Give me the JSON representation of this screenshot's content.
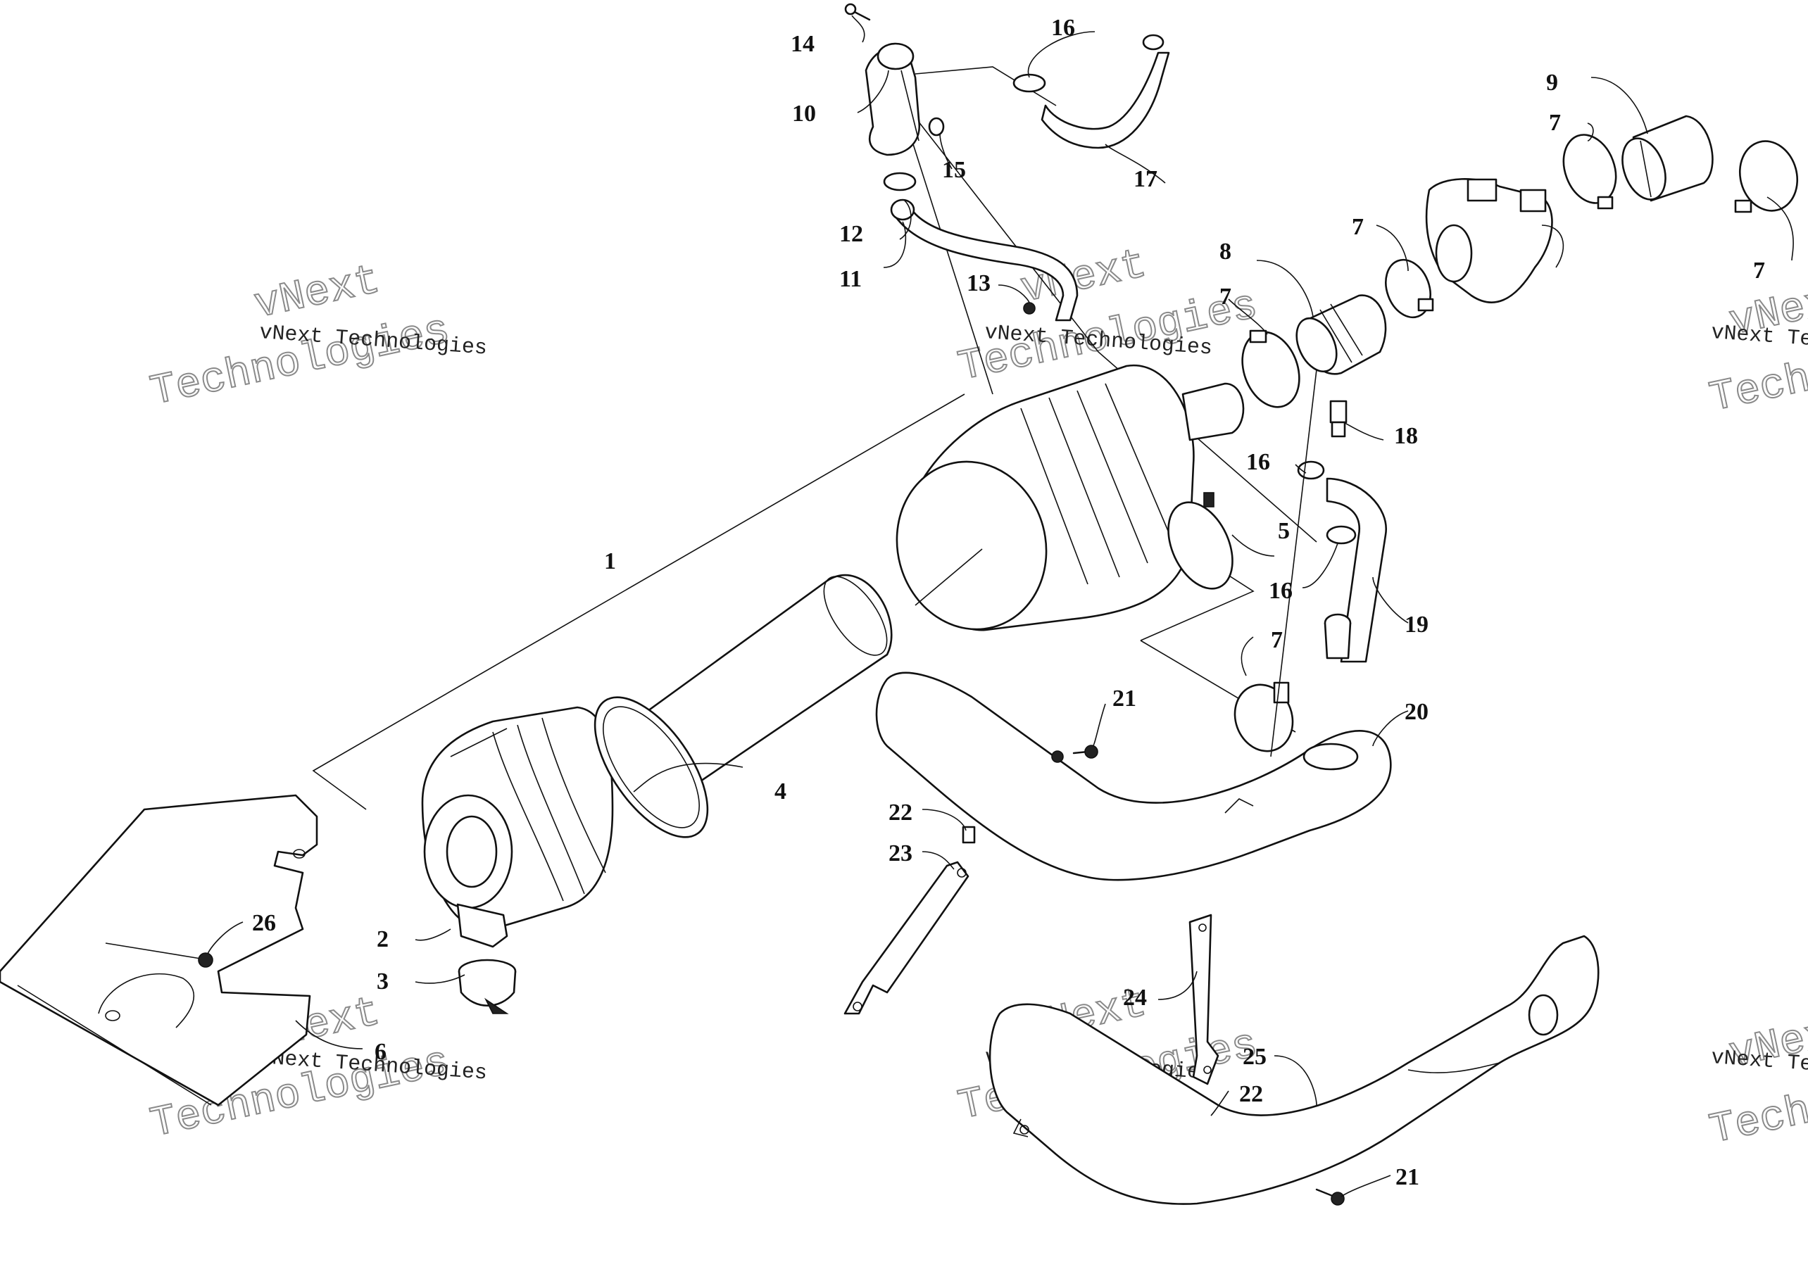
{
  "callouts": [
    {
      "id": "c1",
      "text": "1"
    },
    {
      "id": "c2",
      "text": "2"
    },
    {
      "id": "c3",
      "text": "3"
    },
    {
      "id": "c4",
      "text": "4"
    },
    {
      "id": "c5",
      "text": "5"
    },
    {
      "id": "c6",
      "text": "6"
    },
    {
      "id": "c7a",
      "text": "7"
    },
    {
      "id": "c7b",
      "text": "7"
    },
    {
      "id": "c7c",
      "text": "7"
    },
    {
      "id": "c7d",
      "text": "7"
    },
    {
      "id": "c7e",
      "text": "7"
    },
    {
      "id": "c8",
      "text": "8"
    },
    {
      "id": "c9",
      "text": "9"
    },
    {
      "id": "c10",
      "text": "10"
    },
    {
      "id": "c11",
      "text": "11"
    },
    {
      "id": "c12",
      "text": "12"
    },
    {
      "id": "c13",
      "text": "13"
    },
    {
      "id": "c14",
      "text": "14"
    },
    {
      "id": "c15",
      "text": "15"
    },
    {
      "id": "c16a",
      "text": "16"
    },
    {
      "id": "c16b",
      "text": "16"
    },
    {
      "id": "c16c",
      "text": "16"
    },
    {
      "id": "c17",
      "text": "17"
    },
    {
      "id": "c18",
      "text": "18"
    },
    {
      "id": "c19",
      "text": "19"
    },
    {
      "id": "c20",
      "text": "20"
    },
    {
      "id": "c21a",
      "text": "21"
    },
    {
      "id": "c21b",
      "text": "21"
    },
    {
      "id": "c22a",
      "text": "22"
    },
    {
      "id": "c22b",
      "text": "22"
    },
    {
      "id": "c23",
      "text": "23"
    },
    {
      "id": "c24",
      "text": "24"
    },
    {
      "id": "c25",
      "text": "25"
    },
    {
      "id": "c26",
      "text": "26"
    }
  ],
  "watermark": {
    "small_text": "vNext Technologies",
    "big_line1": "vNext",
    "big_line2": "Technologies"
  }
}
